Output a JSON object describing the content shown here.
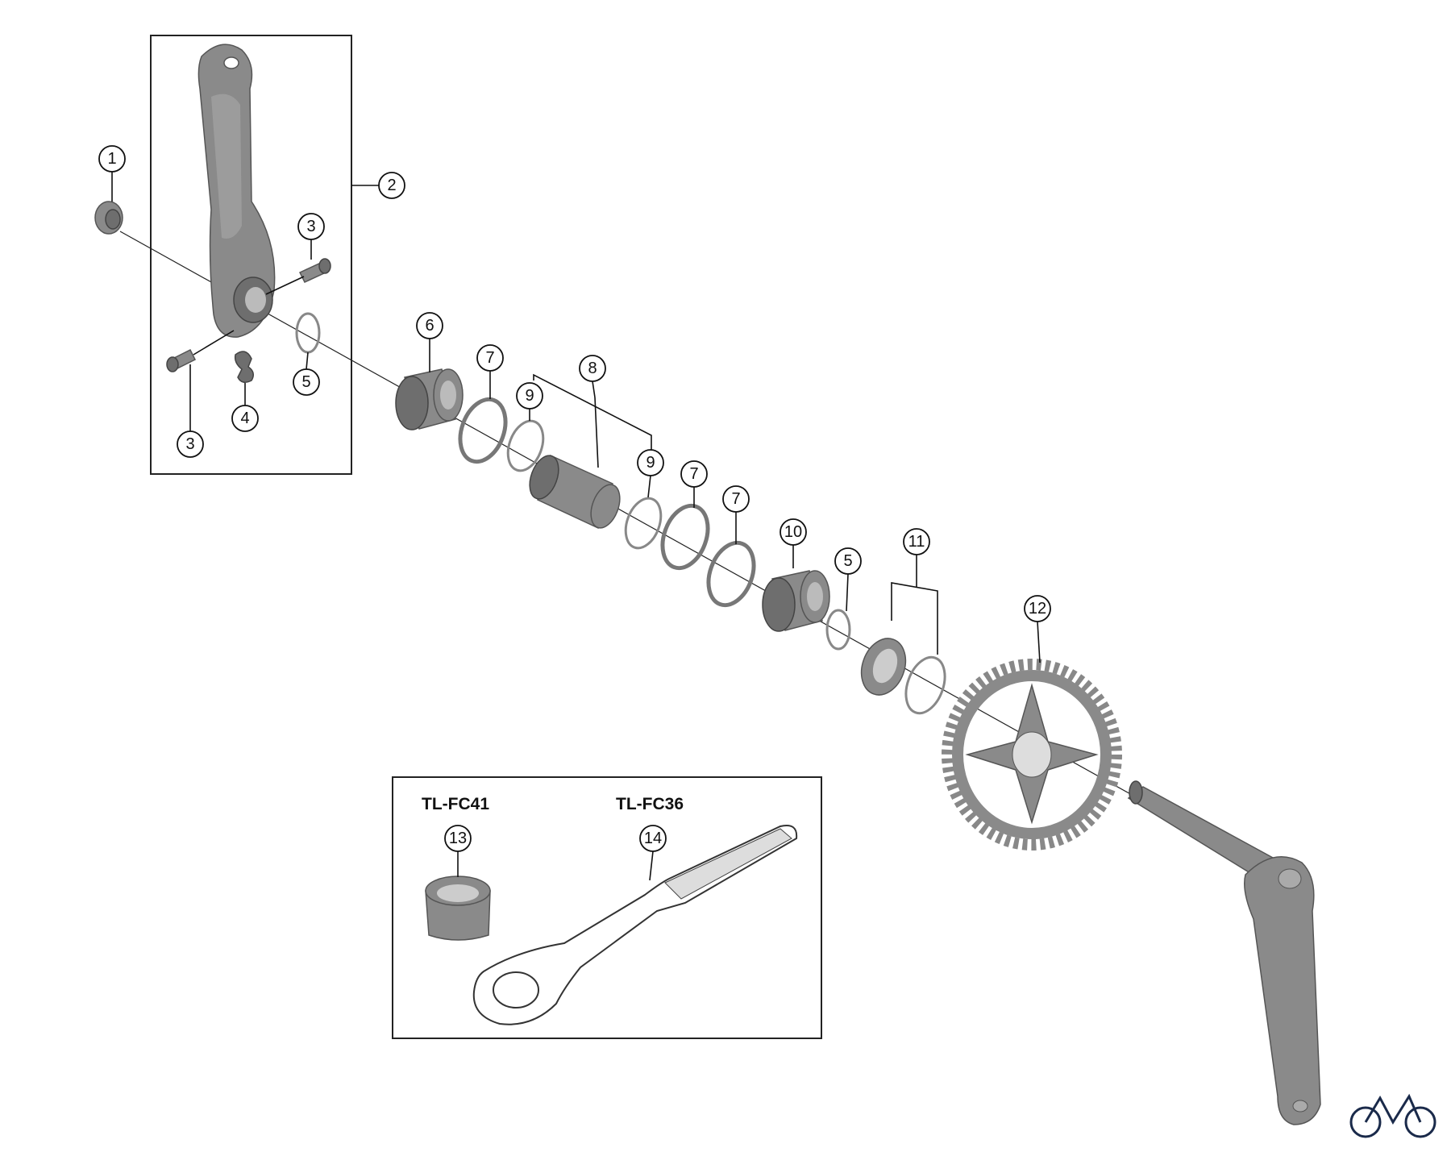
{
  "diagram": {
    "callouts": {
      "c1": "1",
      "c2": "2",
      "c3a": "3",
      "c3b": "3",
      "c4": "4",
      "c5a": "5",
      "c6": "6",
      "c7a": "7",
      "c8": "8",
      "c9a": "9",
      "c9b": "9",
      "c7b": "7",
      "c7c": "7",
      "c10": "10",
      "c5b": "5",
      "c11": "11",
      "c12": "12",
      "c13": "13",
      "c14": "14"
    },
    "tools": {
      "tool_13_name": "TL-FC41",
      "tool_14_name": "TL-FC36"
    },
    "colors": {
      "part": "#8a8a8a",
      "line": "#111111"
    }
  }
}
